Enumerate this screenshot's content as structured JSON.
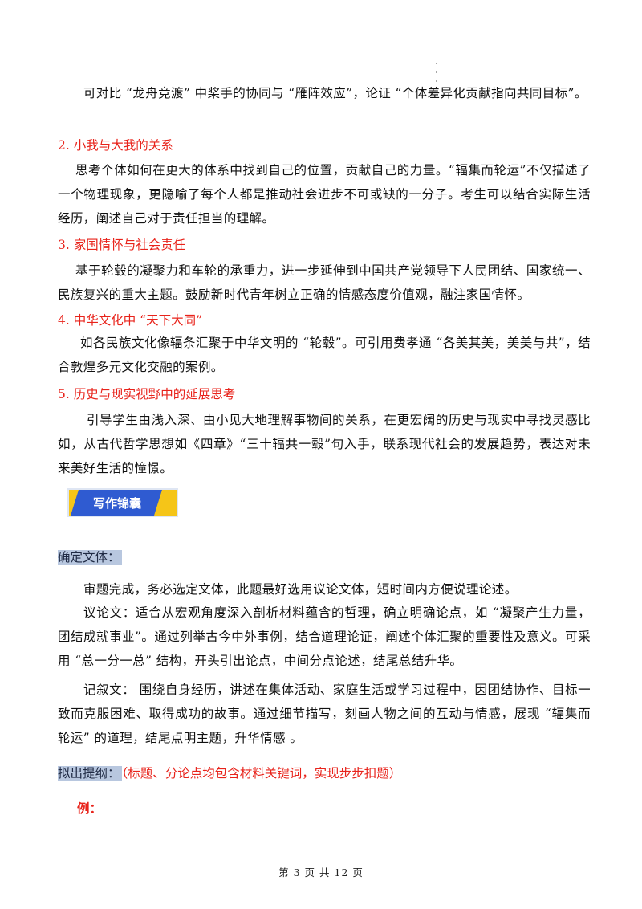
{
  "paragraphs": {
    "p1": "可对比 “龙舟竞渡” 中桨手的协同与 “雁阵效应”，论证 “个体差异化贡献指向共同目标”。",
    "p2": "思考个体如何在更大的体系中找到自己的位置，贡献自己的力量。“辐集而轮运”不仅描述了一个物理现象，更隐喻了每个人都是推动社会进步不可或缺的一分子。考生可以结合实际生活经历，阐述自己对于责任担当的理解。",
    "p3": "基于轮毂的凝聚力和车轮的承重力，进一步延伸到中国共产党领导下人民团结、国家统一、民族复兴的重大主题。鼓励新时代青年树立正确的情感态度价值观，融注家国情怀。",
    "p4": "如各民族文化像辐条汇聚于中华文明的 “轮毂”。可引用费孝通 “各美其美，美美与共”，结合敦煌多元文化交融的案例。",
    "p5": "引导学生由浅入深、由小见大地理解事物间的关系，在更宏阔的历史与现实中寻找灵感比如，从古代哲学思想如《四章》“三十辐共一毂”句入手，联系现代社会的发展趋势，表达对未来美好生活的憧憬。",
    "p6": "审题完成，务必选定文体，此题最好选用议论文体，短时间内方便说理论述。",
    "p7": "议论文：适合从宏观角度深入剖析材料蕴含的哲理，确立明确论点，如 “凝聚产生力量，团结成就事业”。通过列举古今中外事例，结合道理论证，阐述个体汇聚的重要性及意义。可采用 “总一分一总” 结构，开头引出论点，中间分点论述，结尾总结升华。",
    "p8": "记叙文： 围绕自身经历，讲述在集体活动、家庭生活或学习过程中，因团结协作、目标一致而克服困难、取得成功的故事。通过细节描写，刻画人物之间的互动与情感，展现 “辐集而轮运” 的道理，结尾点明主题，升华情感 。"
  },
  "headings": {
    "h2": "2. 小我与大我的关系",
    "h3": "3. 家国情怀与社会责任",
    "h4": "4. 中华文化中 “天下大同”",
    "h5": "5. 历史与现实视野中的延展思考"
  },
  "banner": {
    "title": "写作锦囊"
  },
  "labels": {
    "genre": "确定文体：",
    "outline": "拟出提纲：",
    "outline_note": "（标题、分论点均包含材料关键词，实现步步扣题）",
    "example": "例："
  },
  "footer": {
    "page_text": "第 3 页 共 12 页"
  },
  "colors": {
    "heading_red": "#e8231b",
    "highlight_blue": "#b8c7df",
    "banner_blue": "#2f5bd1",
    "banner_yellow": "#f5c518"
  }
}
